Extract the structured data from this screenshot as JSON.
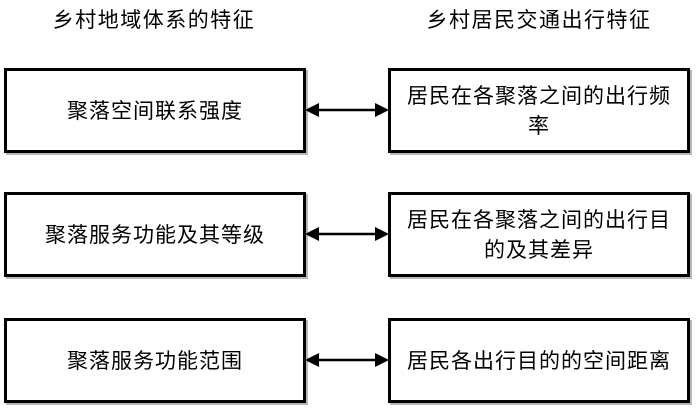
{
  "diagram": {
    "title_left": "乡村地域体系的特征",
    "title_right": "乡村居民交通出行特征",
    "rows": [
      {
        "left_label": "聚落空间联系强度",
        "right_label": "居民在各聚落之间的出行频率",
        "connector": "double-headed-arrow"
      },
      {
        "left_label": "聚落服务功能及其等级",
        "right_label": "居民在各聚落之间的出行目的及其差异",
        "connector": "double-headed-arrow"
      },
      {
        "left_label": "聚落服务功能范围",
        "right_label": "居民各出行目的的空间距离",
        "connector": "double-headed-arrow"
      }
    ],
    "colors": {
      "background": "#ffffff",
      "box_fill": "#ffffff",
      "box_border": "#000000",
      "box_shadow": "#b8b8b8",
      "text": "#000000",
      "arrow": "#000000"
    }
  }
}
